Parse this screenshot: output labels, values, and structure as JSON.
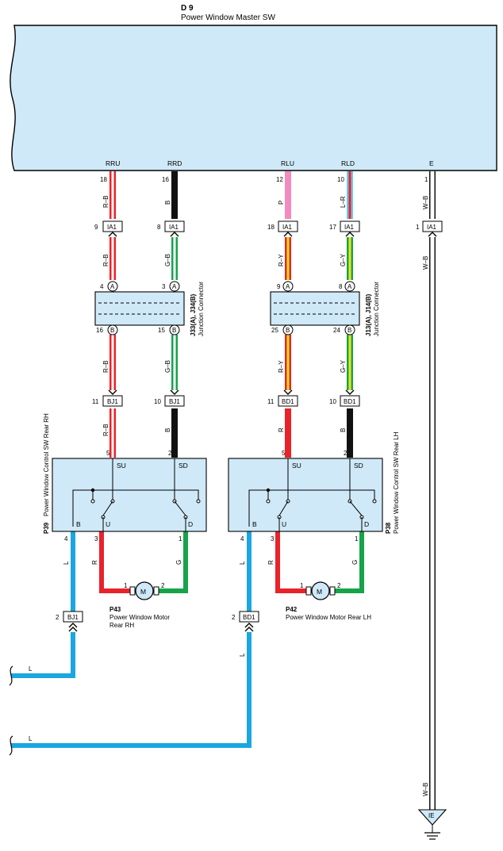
{
  "master_switch": {
    "code": "D 9",
    "name": "Power Window Master SW"
  },
  "master_terminals": {
    "rru": "RRU",
    "rrd": "RRD",
    "rlu": "RLU",
    "rld": "RLD",
    "e": "E"
  },
  "master_pins": {
    "rru": "18",
    "rrd": "16",
    "rlu": "12",
    "rld": "10",
    "e": "1"
  },
  "wire_labels": {
    "rb": "R–B",
    "b": "B",
    "p": "P",
    "lr": "L–R",
    "wb": "W–B",
    "gb": "G–B",
    "ry": "R–Y",
    "gy": "G–Y",
    "r": "R",
    "g": "G",
    "l": "L"
  },
  "connectors": {
    "ia1": "IA1",
    "bj1": "BJ1",
    "bd1": "BD1",
    "ia1_pins": {
      "rru": "9",
      "rrd": "8",
      "rlu": "18",
      "rld": "17",
      "e": "1"
    },
    "bj1_pins": {
      "rb": "11",
      "gb": "10",
      "l": "2"
    },
    "bd1_pins": {
      "ry": "11",
      "gy": "10",
      "l": "2"
    }
  },
  "junction_right": {
    "code": "J33(A), J34(B)",
    "name": "Junction Connector",
    "pins_a": [
      "4",
      "3"
    ],
    "pins_b": [
      "16",
      "15"
    ]
  },
  "junction_left": {
    "code": "J13(A), J14(B)",
    "name": "Junction Connector",
    "pins_a": [
      "9",
      "8"
    ],
    "pins_b": [
      "25",
      "24"
    ]
  },
  "letters": {
    "a": "A",
    "b": "B",
    "su": "SU",
    "sd": "SD",
    "u": "U",
    "d": "D",
    "m": "M"
  },
  "switch_rh": {
    "code": "P39",
    "name": "Power Window Control SW Rear RH",
    "pins_top": [
      "5",
      "2"
    ],
    "pins_bottom": [
      "4",
      "3",
      "1"
    ]
  },
  "switch_lh": {
    "code": "P38",
    "name": "Power Window Control SW Rear LH",
    "pins_top": [
      "5",
      "2"
    ],
    "pins_bottom": [
      "4",
      "3",
      "1"
    ]
  },
  "motor_rh": {
    "code": "P43",
    "name_line1": "Power Window Motor",
    "name_line2": "Rear RH",
    "pin1": "1",
    "pin2": "2"
  },
  "motor_lh": {
    "code": "P42",
    "name": "Power Window Motor Rear LH",
    "pin1": "1",
    "pin2": "2"
  },
  "ground": {
    "code": "IE"
  },
  "colors": {
    "red": "#e8232a",
    "black": "#111111",
    "pink": "#f28cc0",
    "blue_light": "#6cc6f0",
    "green": "#17a34a",
    "yellow": "#f2e21c",
    "blue": "#1aa7e0",
    "box": "#cfe9f8"
  }
}
